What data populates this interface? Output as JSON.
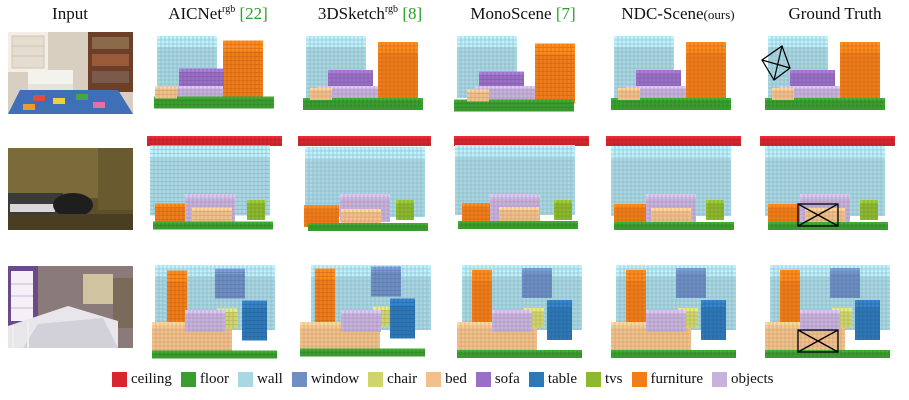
{
  "headers": {
    "input": "Input",
    "aicnet": {
      "name": "AICNet",
      "sup": "rgb",
      "ref": "[22]"
    },
    "sketch": {
      "name": "3DSketch",
      "sup": "rgb",
      "ref": "[8]"
    },
    "mono": {
      "name": "MonoScene",
      "ref": "[7]"
    },
    "ndc": {
      "name": "NDC-Scene",
      "suffix": "(ours)"
    },
    "gt": "Ground Truth"
  },
  "legend": [
    {
      "label": "ceiling",
      "color": "#d7262e"
    },
    {
      "label": "floor",
      "color": "#3a9e2f"
    },
    {
      "label": "wall",
      "color": "#a9d8e4"
    },
    {
      "label": "window",
      "color": "#6f8fc4"
    },
    {
      "label": "chair",
      "color": "#cfd46c"
    },
    {
      "label": "bed",
      "color": "#f2c08b"
    },
    {
      "label": "sofa",
      "color": "#9a6fc6"
    },
    {
      "label": "table",
      "color": "#2f78b8"
    },
    {
      "label": "tvs",
      "color": "#8db82f"
    },
    {
      "label": "furniture",
      "color": "#f07d1a"
    },
    {
      "label": "objects",
      "color": "#c7b2dc"
    }
  ],
  "colors": {
    "ceiling": "#d7262e",
    "floor": "#3a9e2f",
    "wall": "#a9d8e4",
    "window": "#6f8fc4",
    "chair": "#cfd46c",
    "bed": "#f2c08b",
    "sofa": "#9a6fc6",
    "table": "#2f78b8",
    "tvs": "#8db82f",
    "furniture": "#f07d1a",
    "objects": "#c7b2dc"
  }
}
